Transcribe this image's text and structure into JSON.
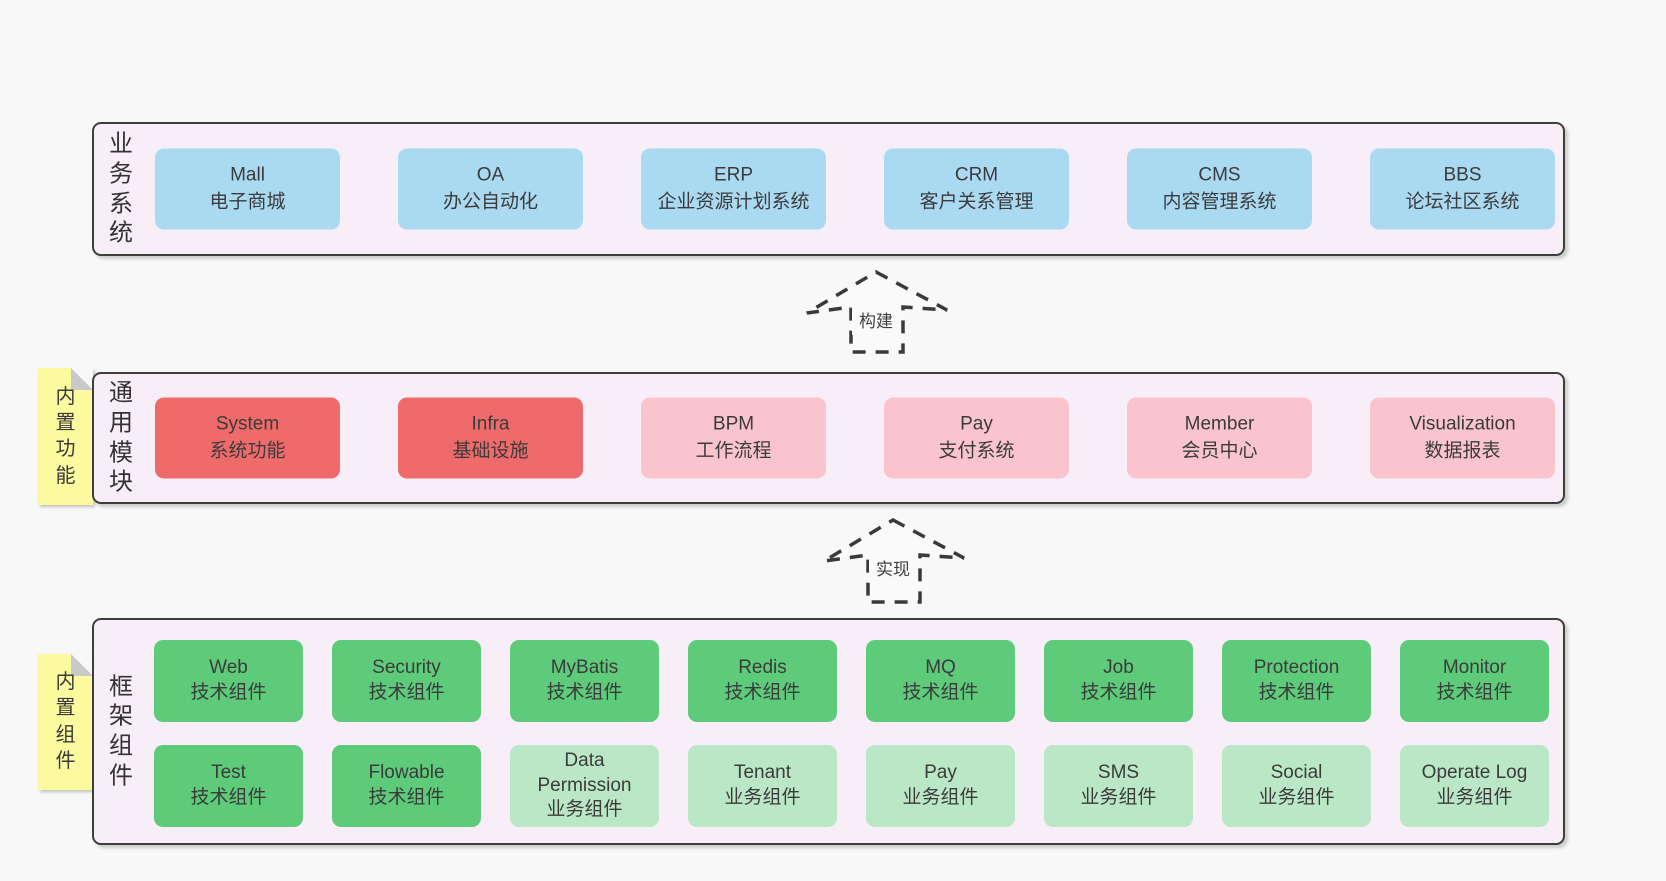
{
  "palette": {
    "blue": "#a9daf2",
    "red": "#ef6a6a",
    "pink": "#fac4ce",
    "green": "#5ecb7b",
    "lightGreen": "#bae8c6"
  },
  "layers": [
    {
      "id": "business-systems",
      "label": "业务系统",
      "rows": [
        [
          {
            "name": "Mall",
            "subtitle": "电子商城",
            "variant": "blue"
          },
          {
            "name": "OA",
            "subtitle": "办公自动化",
            "variant": "blue"
          },
          {
            "name": "ERP",
            "subtitle": "企业资源计划系统",
            "variant": "blue"
          },
          {
            "name": "CRM",
            "subtitle": "客户关系管理",
            "variant": "blue"
          },
          {
            "name": "CMS",
            "subtitle": "内容管理系统",
            "variant": "blue"
          },
          {
            "name": "BBS",
            "subtitle": "论坛社区系统",
            "variant": "blue"
          }
        ]
      ]
    },
    {
      "id": "common-modules",
      "label": "通用模块",
      "note": "内置功能",
      "rows": [
        [
          {
            "name": "System",
            "subtitle": "系统功能",
            "variant": "red"
          },
          {
            "name": "Infra",
            "subtitle": "基础设施",
            "variant": "red"
          },
          {
            "name": "BPM",
            "subtitle": "工作流程",
            "variant": "pink"
          },
          {
            "name": "Pay",
            "subtitle": "支付系统",
            "variant": "pink"
          },
          {
            "name": "Member",
            "subtitle": "会员中心",
            "variant": "pink"
          },
          {
            "name": "Visualization",
            "subtitle": "数据报表",
            "variant": "pink"
          }
        ]
      ]
    },
    {
      "id": "framework-components",
      "label": "框架组件",
      "note": "内置组件",
      "rows": [
        [
          {
            "name": "Web",
            "subtitle": "技术组件",
            "variant": "green"
          },
          {
            "name": "Security",
            "subtitle": "技术组件",
            "variant": "green"
          },
          {
            "name": "MyBatis",
            "subtitle": "技术组件",
            "variant": "green"
          },
          {
            "name": "Redis",
            "subtitle": "技术组件",
            "variant": "green"
          },
          {
            "name": "MQ",
            "subtitle": "技术组件",
            "variant": "green"
          },
          {
            "name": "Job",
            "subtitle": "技术组件",
            "variant": "green"
          },
          {
            "name": "Protection",
            "subtitle": "技术组件",
            "variant": "green"
          },
          {
            "name": "Monitor",
            "subtitle": "技术组件",
            "variant": "green"
          }
        ],
        [
          {
            "name": "Test",
            "subtitle": "技术组件",
            "variant": "green"
          },
          {
            "name": "Flowable",
            "subtitle": "技术组件",
            "variant": "green"
          },
          {
            "name": "Data Permission",
            "subtitle": "业务组件",
            "variant": "lightGreen"
          },
          {
            "name": "Tenant",
            "subtitle": "业务组件",
            "variant": "lightGreen"
          },
          {
            "name": "Pay",
            "subtitle": "业务组件",
            "variant": "lightGreen"
          },
          {
            "name": "SMS",
            "subtitle": "业务组件",
            "variant": "lightGreen"
          },
          {
            "name": "Social",
            "subtitle": "业务组件",
            "variant": "lightGreen"
          },
          {
            "name": "Operate Log",
            "subtitle": "业务组件",
            "variant": "lightGreen"
          }
        ]
      ]
    }
  ],
  "arrows": [
    {
      "label": "构建"
    },
    {
      "label": "实现"
    }
  ]
}
